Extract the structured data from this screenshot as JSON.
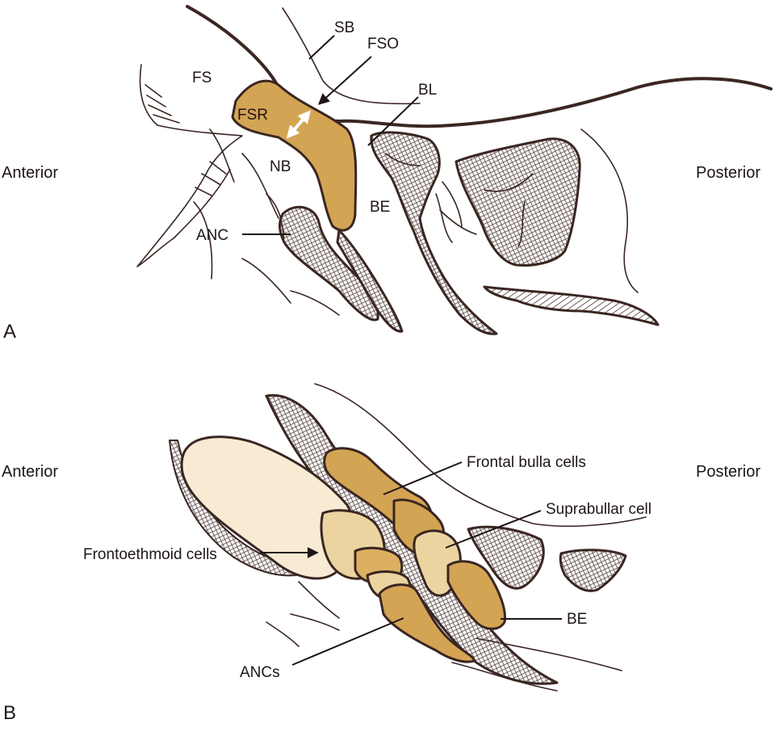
{
  "colors": {
    "cell_dark": "#d3a453",
    "cell_mid": "#dcb060",
    "cell_light": "#ecd4a0",
    "cell_pale": "#f7ebd3",
    "outline": "#3a2622",
    "arrow_white": "#ffffff"
  },
  "panel_a": {
    "letter": "A",
    "left_label": "Anterior",
    "right_label": "Posterior",
    "labels": {
      "sb": "SB",
      "fso": "FSO",
      "fs": "FS",
      "fsr": "FSR",
      "bl": "BL",
      "nb": "NB",
      "be": "BE",
      "anc": "ANC"
    }
  },
  "panel_b": {
    "letter": "B",
    "left_label": "Anterior",
    "right_label": "Posterior",
    "labels": {
      "frontal_bulla": "Frontal bulla cells",
      "suprabullar": "Suprabullar cell",
      "frontoethmoid": "Frontoethmoid cells",
      "be": "BE",
      "ancs": "ANCs"
    }
  }
}
